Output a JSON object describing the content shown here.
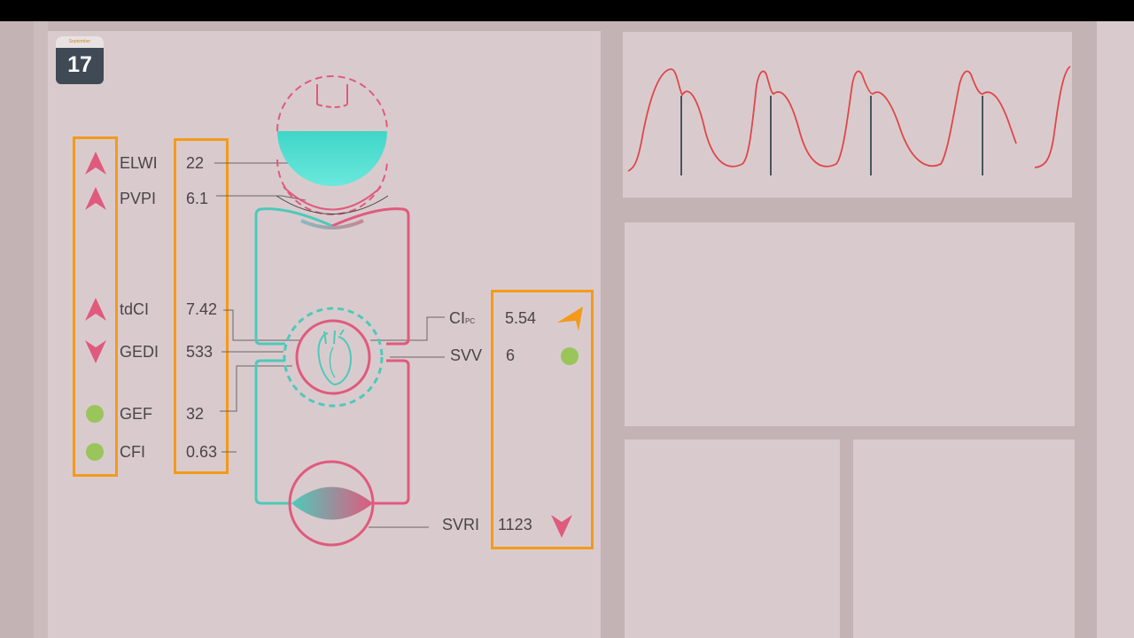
{
  "calendar": {
    "month": "September",
    "day": "17"
  },
  "left_params": [
    {
      "name": "ELWI",
      "value": "22",
      "indicator": "up-arrow"
    },
    {
      "name": "PVPI",
      "value": "6.1",
      "indicator": "up-arrow"
    },
    {
      "name": "tdCI",
      "value": "7.42",
      "indicator": "up-arrow"
    },
    {
      "name": "GEDI",
      "value": "533",
      "indicator": "down-arrow"
    },
    {
      "name": "GEF",
      "value": "32",
      "indicator": "green-dot"
    },
    {
      "name": "CFI",
      "value": "0.63",
      "indicator": "green-dot"
    }
  ],
  "right_params": [
    {
      "name": "CI",
      "subscript": "PC",
      "value": "5.54",
      "indicator": "orange-arrow-up-right"
    },
    {
      "name": "SVV",
      "subscript": "",
      "value": "6",
      "indicator": "green-dot"
    },
    {
      "name": "SVRI",
      "subscript": "",
      "value": "1123",
      "indicator": "down-arrow"
    }
  ],
  "colors": {
    "pink": "#e05a7e",
    "teal": "#4ec9bb",
    "orange": "#f39a1b",
    "green": "#9ac55a",
    "waveform": "#e0464a",
    "text": "#4a4448"
  }
}
